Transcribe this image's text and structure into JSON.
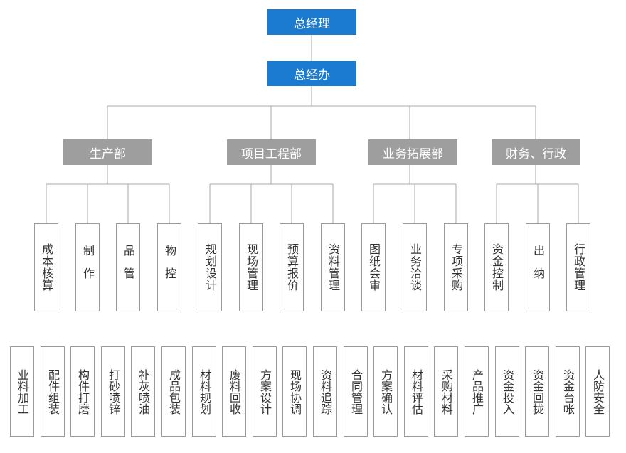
{
  "top": "总经理",
  "office": "总经办",
  "departments": [
    {
      "name": "生产部",
      "subs": [
        "成本核算",
        "制作",
        "品管",
        "物控"
      ]
    },
    {
      "name": "项目工程部",
      "subs": [
        "规划设计",
        "现场管理",
        "预算报价",
        "资料管理"
      ]
    },
    {
      "name": "业务拓展部",
      "subs": [
        "图纸会审",
        "业务洽谈",
        "专项采购"
      ]
    },
    {
      "name": "财务、行政",
      "subs": [
        "资金控制",
        "出纳",
        "行政管理"
      ]
    }
  ],
  "tasks": [
    "业料加工",
    "配件组装",
    "构件打磨",
    "打砂喷锌",
    "补灰喷油",
    "成品包装",
    "材料规划",
    "废料回收",
    "方案设计",
    "现场协调",
    "资料追踪",
    "合同管理",
    "方案确认",
    "材料评估",
    "采购材料",
    "产品推广",
    "资金投入",
    "资金回拢",
    "资金台帐",
    "人防安全"
  ]
}
